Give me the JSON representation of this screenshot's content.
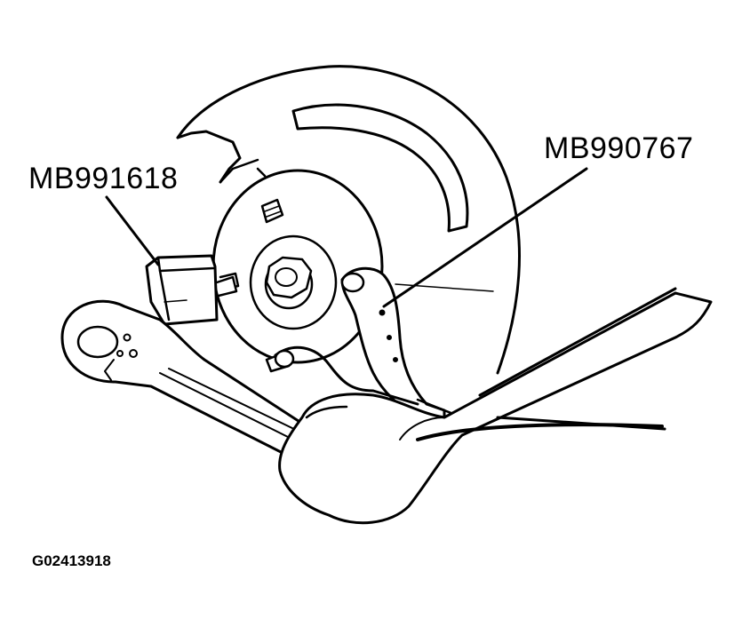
{
  "labels": {
    "tool_left": "MB991618",
    "tool_right": "MB990767",
    "figure_id": "G02413918"
  },
  "colors": {
    "ink": "#000000",
    "paper": "#ffffff"
  }
}
